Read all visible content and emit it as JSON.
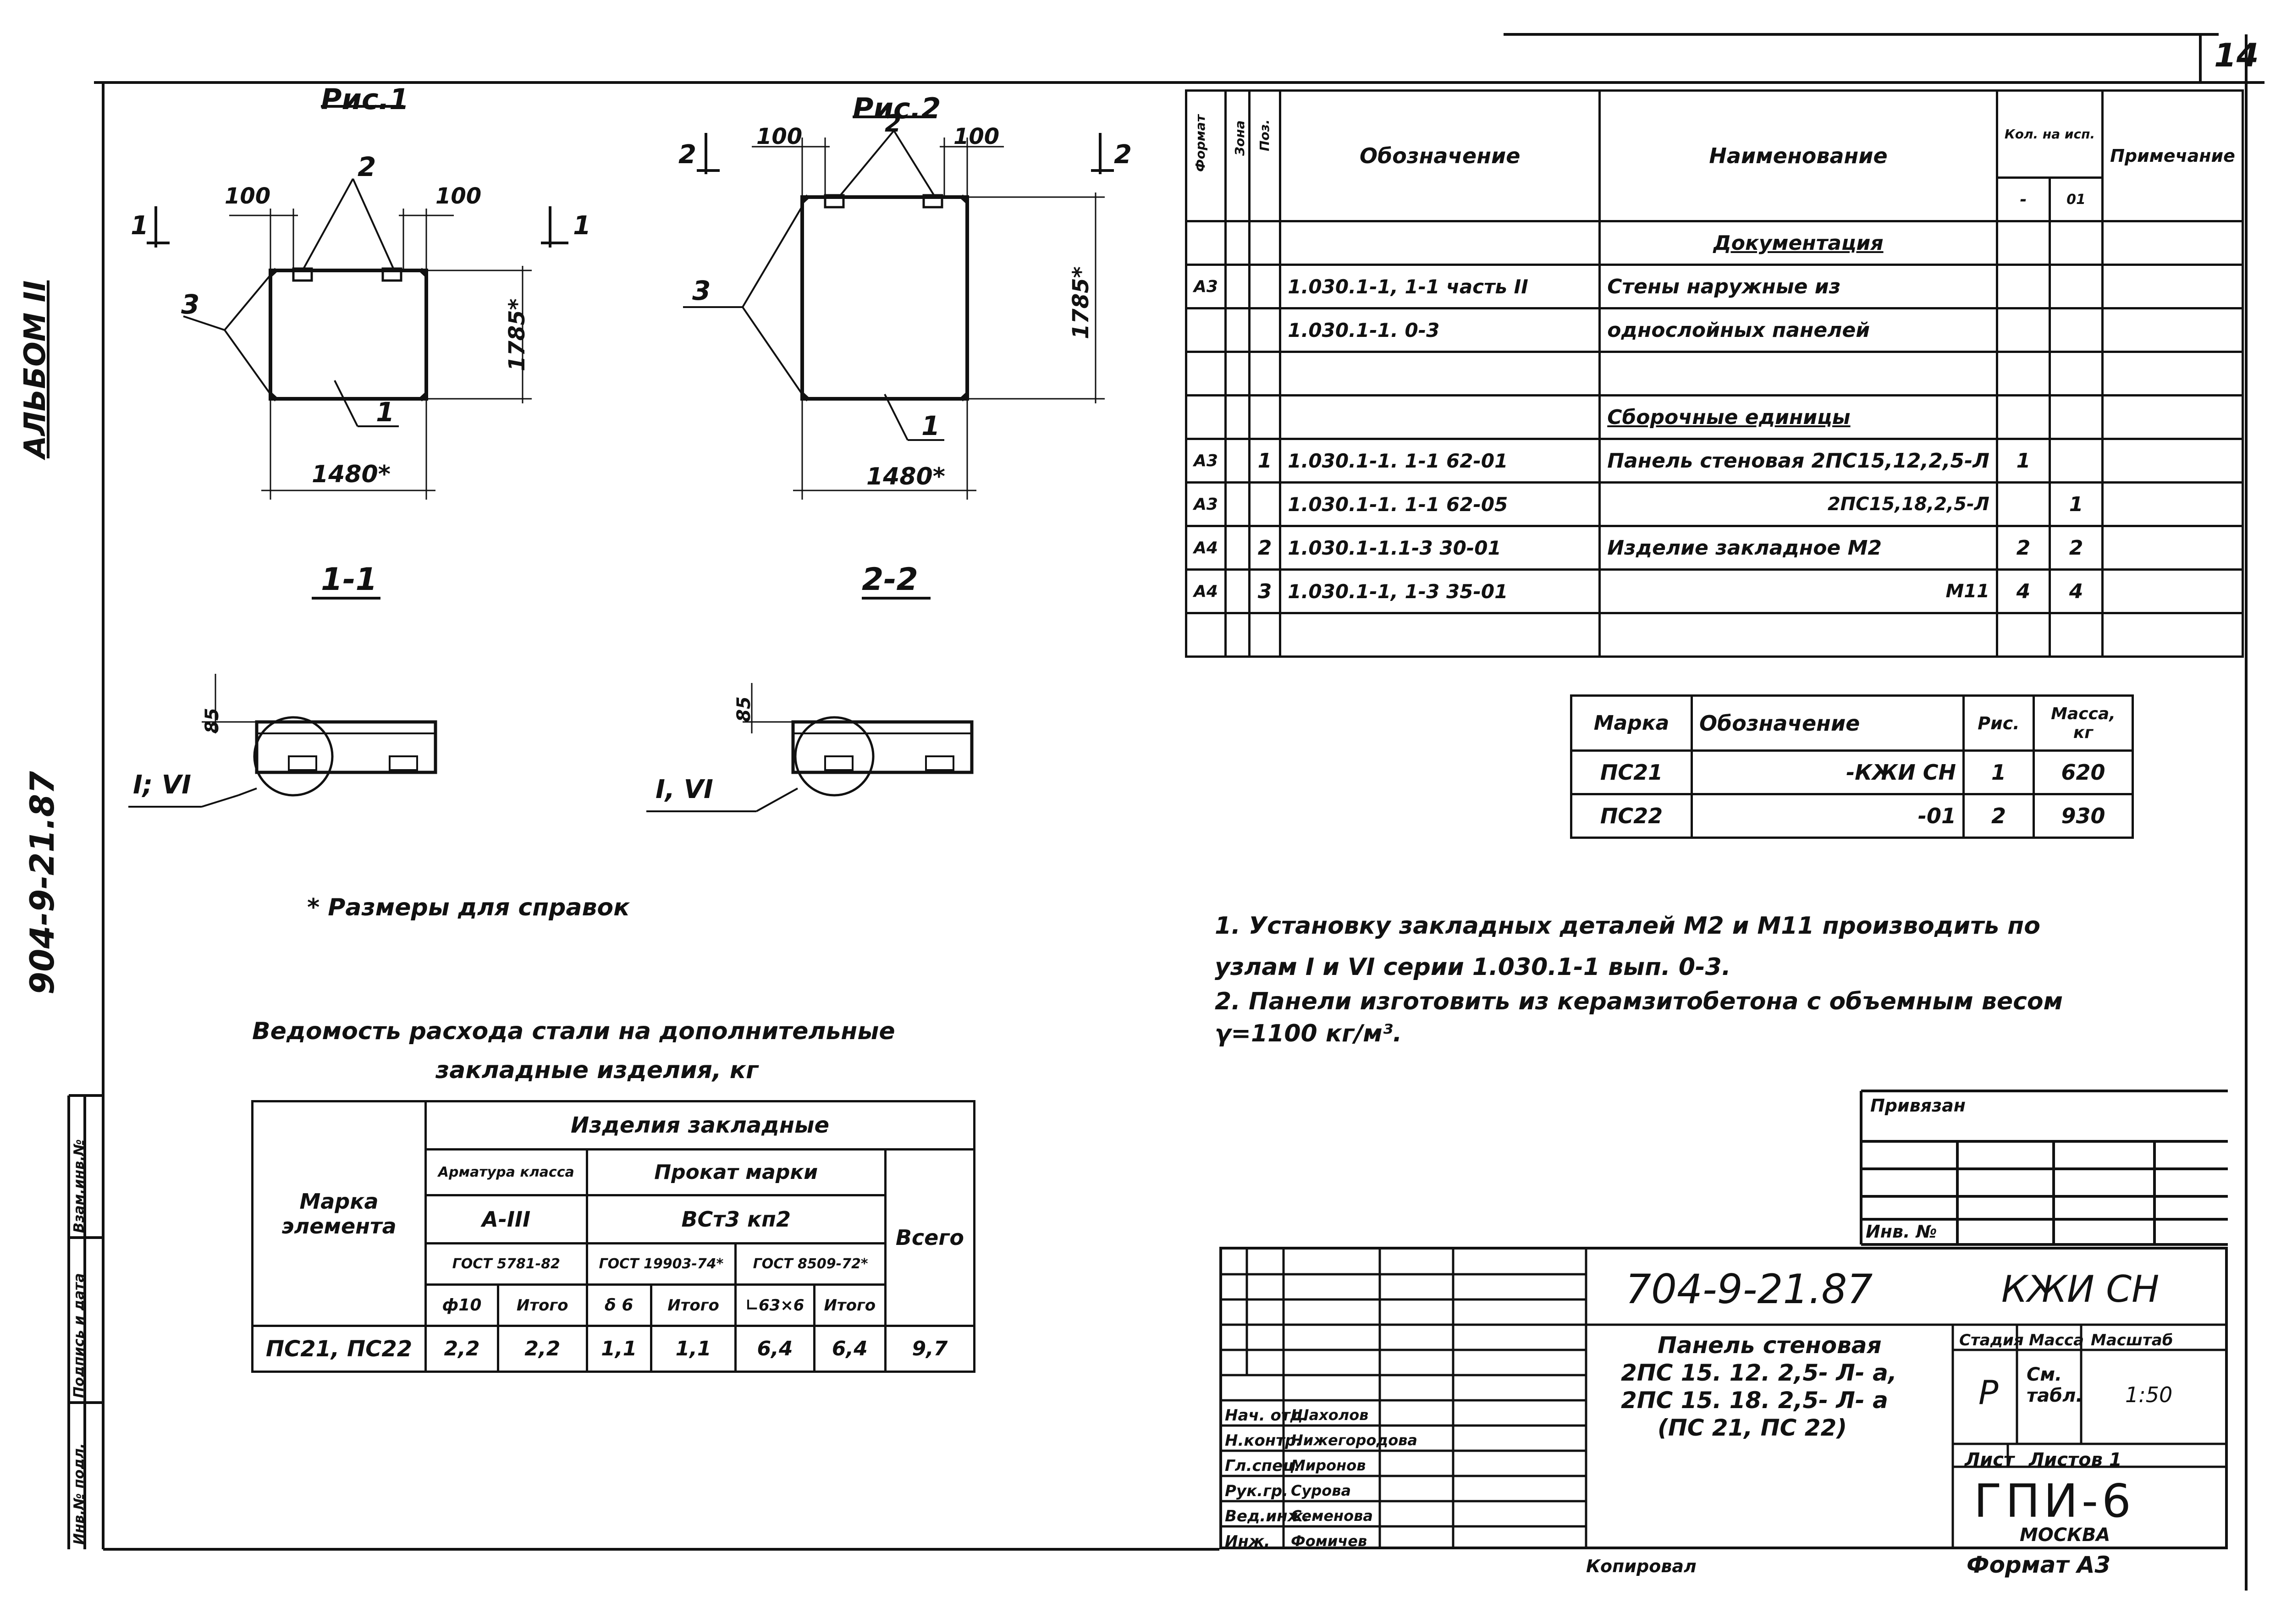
{
  "sheet_number": "14",
  "album_label": "АЛЬБОМ II",
  "side_project_code": "904-9-21.87",
  "left_stamp": [
    "Взам.инв.№",
    "Подпись и дата",
    "Инв.№ подл."
  ],
  "figures": {
    "fig1_title": "Рис.1",
    "fig2_title": "Рис.2",
    "section_1": "1-1",
    "section_2": "2-2",
    "cut_mark_1": "1",
    "cut_mark_2": "2",
    "fig1_dims": {
      "d100a": "100",
      "d100b": "100",
      "height": "1785*",
      "width": "1480*",
      "p1": "1",
      "p2": "2",
      "p3": "3"
    },
    "fig2_dims": {
      "d100a": "100",
      "d100b": "100",
      "height": "1785*",
      "width": "1480*",
      "p1": "1",
      "p2": "2",
      "p3": "3"
    },
    "detail_1_dim": "85",
    "detail_1_label": "I; VI",
    "detail_2_dim": "85",
    "detail_2_label": "I, VI"
  },
  "reference_note": "* Размеры для справок",
  "steel": {
    "title_line1": "Ведомость расхода стали на дополнительные",
    "title_line2": "закладные изделия, кг",
    "h_marka": "Марка элемента",
    "h_izd": "Изделия закладные",
    "h_armatura": "Арматура класса",
    "h_prokat": "Прокат марки",
    "h_a3": "A-III",
    "h_vst": "ВСт3 кп2",
    "h_vsego": "Всего",
    "h_gost1": "ГОСТ 5781-82",
    "h_gost2": "ГОСТ 19903-74*",
    "h_gost3": "ГОСТ 8509-72*",
    "h_f10": "ф10",
    "h_itogo1": "Итого",
    "h_d6": "δ 6",
    "h_itogo2": "Итого",
    "h_l63": "∟63×6",
    "h_itogo3": "Итого",
    "row": [
      "ПС21, ПС22",
      "2,2",
      "2,2",
      "1,1",
      "1,1",
      "6,4",
      "6,4",
      "9,7"
    ]
  },
  "spec": {
    "h_format": "Формат",
    "h_zona": "Зона",
    "h_poz": "Поз.",
    "h_obozn": "Обозначение",
    "h_naim": "Наименование",
    "h_kol": "Кол. на исп.",
    "h_kol_a": "-",
    "h_kol_b": "01",
    "h_prim": "Примечание",
    "rows": [
      {
        "f": "",
        "z": "",
        "p": "",
        "o": "",
        "n": "Документация",
        "k1": "",
        "k2": "",
        "r": ""
      },
      {
        "f": "А3",
        "z": "",
        "p": "",
        "o": "1.030.1-1, 1-1 часть II",
        "n": "Стены наружные из",
        "k1": "",
        "k2": "",
        "r": ""
      },
      {
        "f": "",
        "z": "",
        "p": "",
        "o": "1.030.1-1. 0-3",
        "n": "однослойных панелей",
        "k1": "",
        "k2": "",
        "r": ""
      },
      {
        "f": "",
        "z": "",
        "p": "",
        "o": "",
        "n": "",
        "k1": "",
        "k2": "",
        "r": ""
      },
      {
        "f": "",
        "z": "",
        "p": "",
        "o": "",
        "n": "Сборочные единицы",
        "k1": "",
        "k2": "",
        "r": ""
      },
      {
        "f": "А3",
        "z": "",
        "p": "1",
        "o": "1.030.1-1. 1-1 62-01",
        "n": "Панель стеновая 2ПС15,12,2,5-Л",
        "k1": "1",
        "k2": "",
        "r": ""
      },
      {
        "f": "А3",
        "z": "",
        "p": "",
        "o": "1.030.1-1. 1-1 62-05",
        "n": "2ПС15,18,2,5-Л",
        "k1": "",
        "k2": "1",
        "r": ""
      },
      {
        "f": "А4",
        "z": "",
        "p": "2",
        "o": "1.030.1-1.1-3 30-01",
        "n": "Изделие закладное М2",
        "k1": "2",
        "k2": "2",
        "r": ""
      },
      {
        "f": "А4",
        "z": "",
        "p": "3",
        "o": "1.030.1-1, 1-3 35-01",
        "n": "М11",
        "k1": "4",
        "k2": "4",
        "r": ""
      },
      {
        "f": "",
        "z": "",
        "p": "",
        "o": "",
        "n": "",
        "k1": "",
        "k2": "",
        "r": ""
      }
    ]
  },
  "marks": {
    "h_marka": "Марка",
    "h_obozn": "Обозначение",
    "h_ris": "Рис.",
    "h_massa": "Масса, кг",
    "rows": [
      {
        "m": "ПС21",
        "o": "-КЖИ СН",
        "r": "1",
        "w": "620"
      },
      {
        "m": "ПС22",
        "o": "-01",
        "r": "2",
        "w": "930"
      }
    ]
  },
  "notes": [
    "1. Установку закладных деталей М2 и М11 производить по",
    "узлам I и VI серии 1.030.1-1 вып. 0-3.",
    "2. Панели изготовить из керамзитобетона с объемным весом",
    "γ=1100 кг/м³."
  ],
  "privyazan": {
    "label": "Привязан",
    "inv": "Инв. №"
  },
  "title_block": {
    "code": "704-9-21.87",
    "mark": "КЖИ СН",
    "name_lines": [
      "Панель стеновая",
      "2ПС 15. 12. 2,5- Л- а,",
      "2ПС 15. 18. 2,5- Л- а",
      "(ПС 21, ПС 22)"
    ],
    "h_stadia": "Стадия",
    "h_massa": "Масса",
    "h_masshtab": "Масштаб",
    "stadia": "Р",
    "massa": "См. табл.",
    "masshtab": "1:50",
    "h_list": "Лист",
    "h_listov": "Листов 1",
    "org": "ГПИ-6",
    "city": "МОСКВА",
    "roles": [
      {
        "role": "Нач. отд.",
        "name": "Шахолов"
      },
      {
        "role": "Н.контр.",
        "name": "Нижегородова"
      },
      {
        "role": "Гл.спец.",
        "name": "Миронов"
      },
      {
        "role": "Рук.гр.",
        "name": "Сурова"
      },
      {
        "role": "Вед.инж.",
        "name": "Семенова"
      },
      {
        "role": "Инж.",
        "name": "Фомичев"
      }
    ]
  },
  "footer": {
    "kopiroval": "Копировал",
    "format": "Формат А3"
  }
}
